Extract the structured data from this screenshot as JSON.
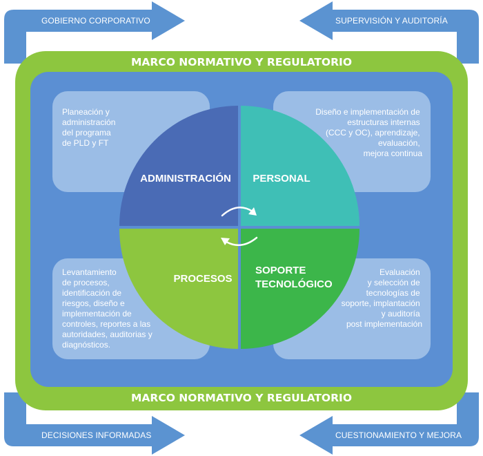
{
  "arrows": {
    "top_left": "GOBIERNO CORPORATIVO",
    "top_right": "SUPERVISIÓN Y AUDITORÍA",
    "bottom_left": "DECISIONES INFORMADAS",
    "bottom_right": "CUESTIONAMIENTO Y MEJORA"
  },
  "frame": {
    "title_top": "MARCO NORMATIVO Y REGULATORIO",
    "title_bottom": "MARCO NORMATIVO Y REGULATORIO"
  },
  "quadrants": {
    "administracion": "ADMINISTRACIÓN",
    "personal": "PERSONAL",
    "procesos": "PROCESOS",
    "soporte": [
      "SOPORTE",
      "TECNOLÓGICO"
    ]
  },
  "boxes": {
    "top_left": [
      "Planeación y",
      "administración",
      "del programa",
      "de PLD y FT"
    ],
    "top_right": [
      "Diseño e implementación de",
      "estructuras internas",
      "(CCC y OC), aprendizaje,",
      "evaluación,",
      "mejora continua"
    ],
    "bottom_left": [
      "Levantamiento",
      "de procesos,",
      "identificación de",
      "riesgos, diseño e",
      "implementación de",
      "controles, reportes a las",
      "autoridades, auditorias y",
      "diagnósticos."
    ],
    "bottom_right": [
      "Evaluación",
      "y selección de",
      "tecnologías de",
      "soporte, implantación",
      "y auditoría",
      "post implementación"
    ]
  },
  "colors": {
    "arrow_blue": "#5b93d1",
    "frame_green": "#8dc63f",
    "inner_blue": "#5b8fd3",
    "box_light_blue": "#9bbde6",
    "administracion": "#4a6bb5",
    "personal": "#3fbfb6",
    "procesos": "#8dc63f",
    "soporte": "#3cb64a"
  }
}
